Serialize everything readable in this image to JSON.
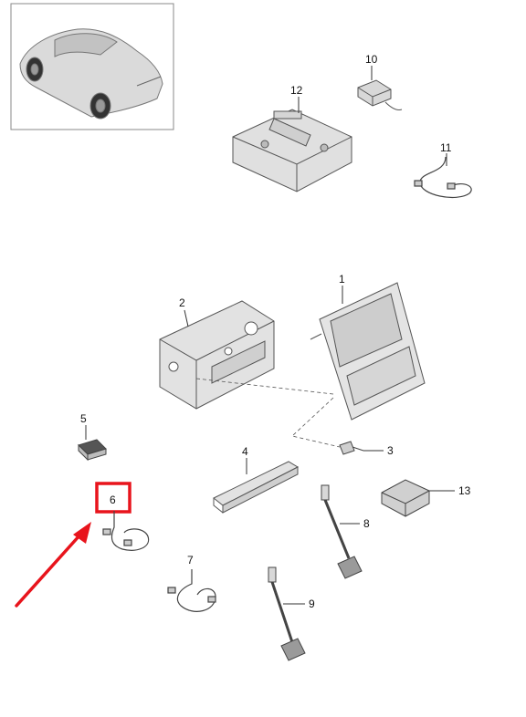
{
  "thumbnail": {
    "alt_icon": "car-suv-icon"
  },
  "callouts": [
    {
      "id": "1",
      "label": "1"
    },
    {
      "id": "2",
      "label": "2"
    },
    {
      "id": "3",
      "label": "3"
    },
    {
      "id": "4",
      "label": "4"
    },
    {
      "id": "5",
      "label": "5"
    },
    {
      "id": "6",
      "label": "6"
    },
    {
      "id": "7",
      "label": "7"
    },
    {
      "id": "8",
      "label": "8"
    },
    {
      "id": "9",
      "label": "9"
    },
    {
      "id": "10",
      "label": "10"
    },
    {
      "id": "11",
      "label": "11"
    },
    {
      "id": "12",
      "label": "12"
    },
    {
      "id": "13",
      "label": "13"
    }
  ],
  "highlight": {
    "target": "6",
    "color": "#e8141c",
    "arrow_color": "#e8141c"
  },
  "colors": {
    "part_fill": "#dcdcdc",
    "part_stroke": "#555555",
    "leader": "#333333"
  }
}
